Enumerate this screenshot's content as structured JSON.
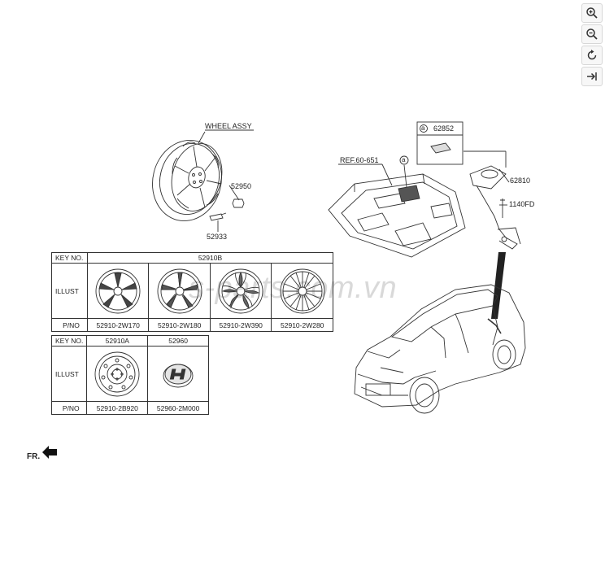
{
  "toolbar": {
    "zoom_in_icon": "zoom-in-icon",
    "zoom_out_icon": "zoom-out-icon",
    "rotate_icon": "rotate-icon",
    "fit_icon": "fit-to-page-icon"
  },
  "diagram": {
    "wheel_assy_label": "WHEEL ASSY",
    "part_52950": "52950",
    "part_52933": "52933",
    "ref_label": "REF.60-651",
    "callout_a": "a",
    "part_62852": "62852",
    "part_62810": "62810",
    "part_1140fd": "1140FD",
    "fr_label": "FR."
  },
  "table1": {
    "key_no_label": "KEY NO.",
    "key_no_value": "52910B",
    "illust_label": "ILLUST",
    "pno_label": "P/NO",
    "pnos": [
      "52910-2W170",
      "52910-2W180",
      "52910-2W390",
      "52910-2W280"
    ]
  },
  "table2": {
    "key_no_label": "KEY NO.",
    "key_a": "52910A",
    "key_b": "52960",
    "illust_label": "ILLUST",
    "pno_label": "P/NO",
    "pnos": [
      "52910-2B920",
      "52960-2M000"
    ]
  },
  "watermark": "s-parts.com.vn"
}
